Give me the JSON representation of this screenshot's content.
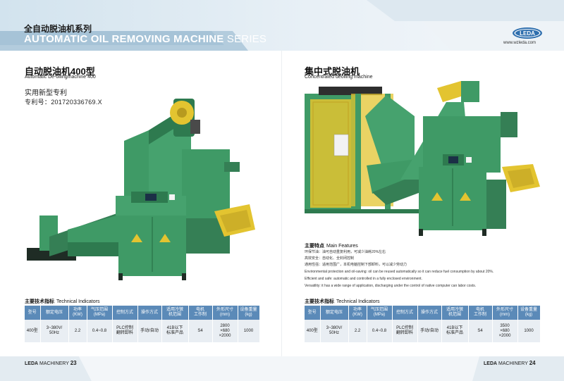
{
  "header": {
    "title_cn": "全自动脱油机系列",
    "title_en_bold": "AUTOMATIC OIL REMOVING MACHINE",
    "title_en_thin": "SERIES",
    "logo_text": "LEDA",
    "website": "www.wzleda.com"
  },
  "left": {
    "title": "自动脱油机400型",
    "subtitle": "Automatic De-oilingmachine 400",
    "patent": "实用新型专利",
    "patent_no": "专利号：201720336769.X",
    "indicators_cn": "主要技术指标",
    "indicators_en": "Technical Indicators",
    "table": {
      "headers": [
        "型号",
        "额定电压",
        "功率\n(KW)",
        "气压范围\n(MPa)",
        "控制方式",
        "操作方式",
        "适用冷镦\n机范围",
        "电机\n工作制",
        "外形尺寸\n(mm)",
        "设备重量\n(kg)"
      ],
      "row": [
        "400型",
        "3~380V/\n50Hz",
        "2.2",
        "0.4~0.8",
        "PLC控制\n翻转卸料",
        "手动/自动",
        "41B以下\n标准产品",
        "S4",
        "2800\n×680\n×2000",
        "1000"
      ]
    },
    "footer_brand": "LEDA",
    "footer_word": "MACHINERY",
    "footer_page": "23"
  },
  "right": {
    "title": "集中式脱油机",
    "subtitle": "Concentrated deoiling machine",
    "features_cn": "主要特点",
    "features_en": "Main Features",
    "features": [
      "环保节油：油可自动重复利用，可减少油耗20%左右",
      "高效安全：自动化、全封闭控制",
      "通用性强：适用范围广，本机电脑控制下部卸料，可以减少劳动力",
      "Environmental protection and oil-saving: oil can be reused automatically so it can reduce fuel consumption by about 20%.",
      "Efficient and safe: automatic and controlled in a fully enclosed environment.",
      "Versatility: it has a wide range of application, discharging under the control of native computer can labor costs."
    ],
    "indicators_cn": "主要技术指标",
    "indicators_en": "Technical Indicators",
    "table": {
      "headers": [
        "型号",
        "额定电压",
        "功率\n(KW)",
        "气压范围\n(MPa)",
        "控制方式",
        "操作方式",
        "适用冷镦\n机范围",
        "电机\n工作制",
        "外形尺寸\n(mm)",
        "设备重量\n(kg)"
      ],
      "row": [
        "400型",
        "3~380V/\n50Hz",
        "2.2",
        "0.4~0.8",
        "PLC控制\n翻转卸料",
        "手动/自动",
        "41B以下\n标准产品",
        "S4",
        "3500\n×680\n×2000",
        "1000"
      ]
    },
    "footer_brand": "LEDA",
    "footer_word": "MACHINERY",
    "footer_page": "24"
  },
  "colors": {
    "machine_green": "#3f9a66",
    "machine_dark_green": "#2e7a4f",
    "table_header_blue": "#5b8ab8",
    "table_row_gray": "#e9eef3",
    "accent_yellow": "#e3c430",
    "logo_blue": "#2f6fae"
  }
}
